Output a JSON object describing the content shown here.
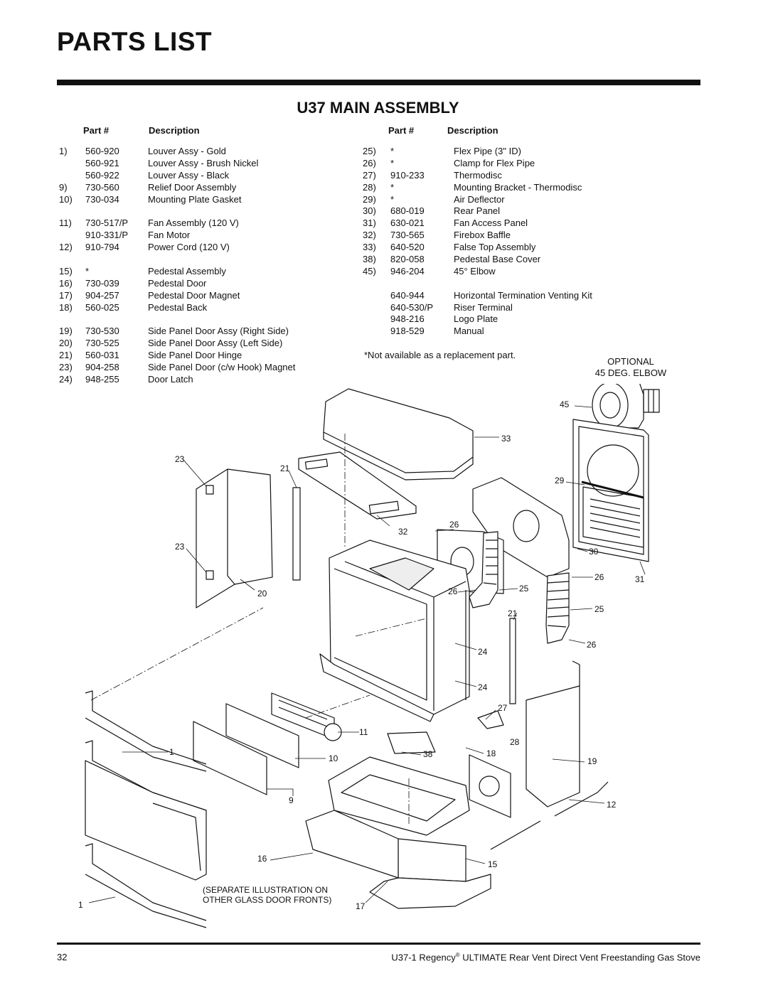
{
  "page": {
    "title": "PARTS LIST",
    "section_title": "U37 MAIN ASSEMBLY",
    "note": "*Not available as a replacement part.",
    "page_number": "32",
    "footer": {
      "model": "U37-1 Regency",
      "registered_mark": "®",
      "description": " ULTIMATE Rear Vent Direct Vent Freestanding Gas Stove"
    }
  },
  "columns": {
    "part": "Part #",
    "description": "Description"
  },
  "parts_left": [
    {
      "ref": "1)",
      "part": "560-920",
      "description": "Louver Assy - Gold"
    },
    {
      "ref": "",
      "part": "560-921",
      "description": "Louver Assy - Brush Nickel"
    },
    {
      "ref": "",
      "part": "560-922",
      "description": "Louver Assy - Black"
    },
    {
      "ref": "9)",
      "part": "730-560",
      "description": "Relief Door Assembly"
    },
    {
      "ref": "10)",
      "part": "730-034",
      "description": "Mounting Plate Gasket"
    },
    {
      "ref": "11)",
      "part": "730-517/P",
      "description": "Fan Assembly (120 V)",
      "gap": true
    },
    {
      "ref": "",
      "part": "910-331/P",
      "description": "Fan Motor"
    },
    {
      "ref": "12)",
      "part": "910-794",
      "description": "Power Cord (120 V)"
    },
    {
      "ref": "15)",
      "part": "*",
      "description": "Pedestal Assembly",
      "gap": true
    },
    {
      "ref": "16)",
      "part": "730-039",
      "description": "Pedestal Door"
    },
    {
      "ref": "17)",
      "part": "904-257",
      "description": "Pedestal Door Magnet"
    },
    {
      "ref": "18)",
      "part": "560-025",
      "description": "Pedestal Back"
    },
    {
      "ref": "19)",
      "part": "730-530",
      "description": "Side Panel Door Assy (Right Side)",
      "gap": true
    },
    {
      "ref": "20)",
      "part": "730-525",
      "description": "Side Panel Door Assy (Left Side)"
    },
    {
      "ref": "21)",
      "part": "560-031",
      "description": "Side Panel Door Hinge"
    },
    {
      "ref": "23)",
      "part": "904-258",
      "description": "Side Panel Door (c/w Hook) Magnet"
    },
    {
      "ref": "24)",
      "part": "948-255",
      "description": "Door Latch"
    }
  ],
  "parts_right": [
    {
      "ref": "25)",
      "part": "*",
      "description": "Flex Pipe (3\" ID)"
    },
    {
      "ref": "26)",
      "part": "*",
      "description": "Clamp for Flex Pipe"
    },
    {
      "ref": "27)",
      "part": "910-233",
      "description": "Thermodisc"
    },
    {
      "ref": "28)",
      "part": "*",
      "description": "Mounting Bracket - Thermodisc"
    },
    {
      "ref": "29)",
      "part": "*",
      "description": "Air Deflector"
    },
    {
      "ref": "30)",
      "part": "680-019",
      "description": "Rear Panel"
    },
    {
      "ref": "31)",
      "part": "630-021",
      "description": "Fan Access Panel"
    },
    {
      "ref": "32)",
      "part": "730-565",
      "description": "Firebox Baffle"
    },
    {
      "ref": "33)",
      "part": "640-520",
      "description": "False Top Assembly"
    },
    {
      "ref": "38)",
      "part": "820-058",
      "description": "Pedestal Base Cover"
    },
    {
      "ref": "45)",
      "part": "946-204",
      "description": "45° Elbow"
    },
    {
      "ref": "",
      "part": "640-944",
      "description": "Horizontal Termination Venting Kit",
      "gap": true
    },
    {
      "ref": "",
      "part": "640-530/P",
      "description": "Riser Terminal"
    },
    {
      "ref": "",
      "part": "948-216",
      "description": "Logo Plate"
    },
    {
      "ref": "",
      "part": "918-529",
      "description": "Manual"
    }
  ],
  "diagram": {
    "optional_line1": "OPTIONAL",
    "optional_line2": "45 DEG. ELBOW",
    "separate_line1": "(SEPARATE ILLUSTRATION ON",
    "separate_line2": "OTHER GLASS DOOR FRONTS)",
    "callouts": [
      "45",
      "33",
      "23",
      "21",
      "29",
      "32",
      "26",
      "23",
      "30",
      "26",
      "31",
      "20",
      "26",
      "25",
      "21",
      "25",
      "26",
      "24",
      "24",
      "27",
      "11",
      "28",
      "1",
      "10",
      "38",
      "18",
      "19",
      "9",
      "12",
      "16",
      "15",
      "1",
      "17"
    ]
  }
}
